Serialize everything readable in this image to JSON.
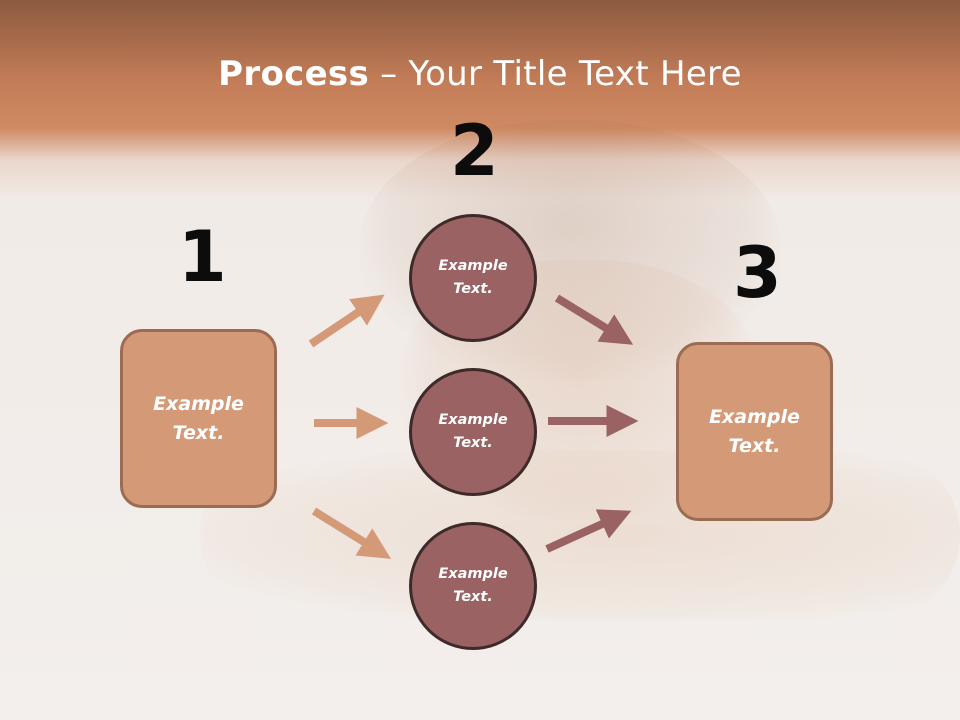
{
  "title": {
    "bold": "Process",
    "rest": " – Your Title Text Here"
  },
  "steps": [
    {
      "number": "1"
    },
    {
      "number": "2"
    },
    {
      "number": "3"
    }
  ],
  "left_box": {
    "line1": "Example",
    "line2": "Text."
  },
  "right_box": {
    "line1": "Example",
    "line2": "Text."
  },
  "circles": [
    {
      "line1": "Example",
      "line2": "Text."
    },
    {
      "line1": "Example",
      "line2": "Text."
    },
    {
      "line1": "Example",
      "line2": "Text."
    }
  ],
  "colors": {
    "box_fill": "#d49a78",
    "circle_fill": "#9a6262",
    "arrow_light": "#d49a78",
    "arrow_dark": "#9a6262"
  }
}
